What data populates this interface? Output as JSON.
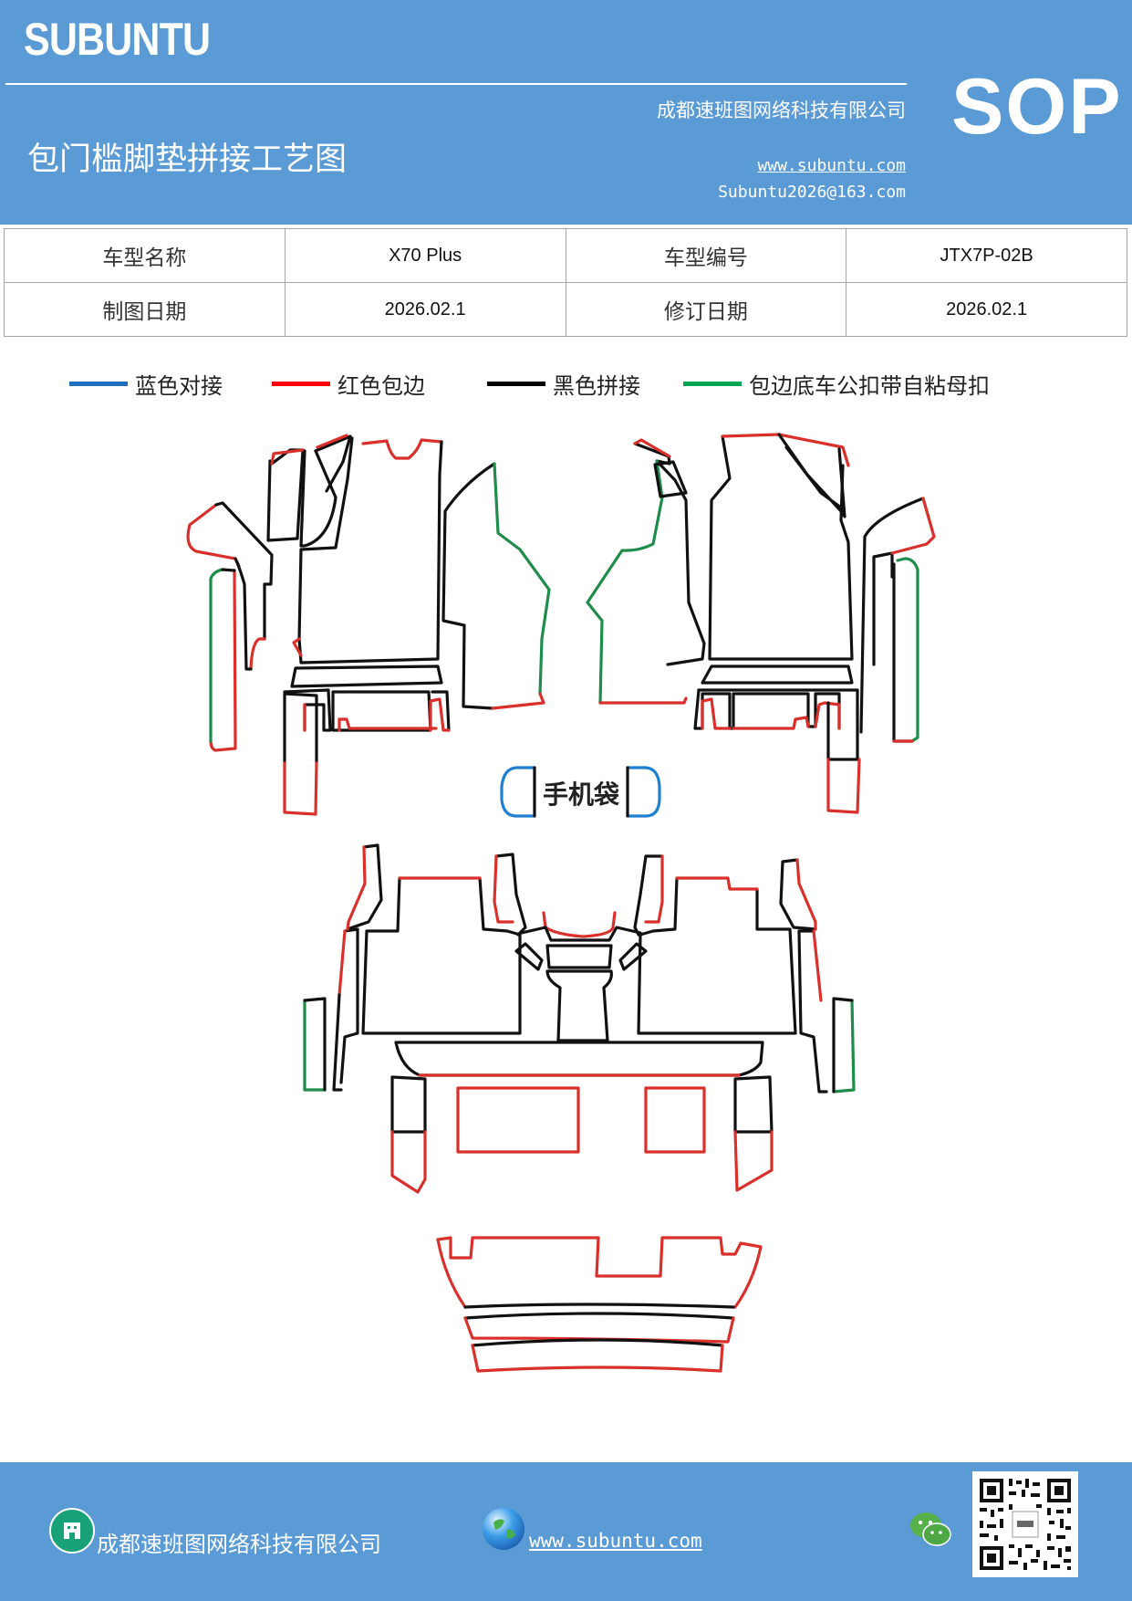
{
  "header": {
    "brand": "SUBUNTU",
    "title": "包门槛脚垫拼接工艺图",
    "company": "成都速班图网络科技有限公司",
    "website": "www.subuntu.com",
    "email": "Subuntu2026@163.com",
    "badge": "SOP"
  },
  "info_table": {
    "rows": [
      {
        "label1": "车型名称",
        "value1": "X70 Plus",
        "label2": "车型编号",
        "value2": "JTX7P-02B"
      },
      {
        "label1": "制图日期",
        "value1": "2026.02.1",
        "label2": "修订日期",
        "value2": "2026.02.1"
      }
    ]
  },
  "legend": {
    "items": [
      {
        "label": "蓝色对接",
        "color": "#1f6fbf"
      },
      {
        "label": "红色包边",
        "color": "#ff0000"
      },
      {
        "label": "黑色拼接",
        "color": "#000000"
      },
      {
        "label": "包边底车公扣带自粘母扣",
        "color": "#00a651"
      }
    ]
  },
  "diagram": {
    "phone_bag_label": "手机袋",
    "colors": {
      "black": "#111111",
      "red": "#d9302c",
      "green": "#1e8c4a",
      "blue": "#1f7fd0"
    }
  },
  "footer": {
    "company": "成都速班图网络科技有限公司",
    "website": "www.subuntu.com"
  }
}
